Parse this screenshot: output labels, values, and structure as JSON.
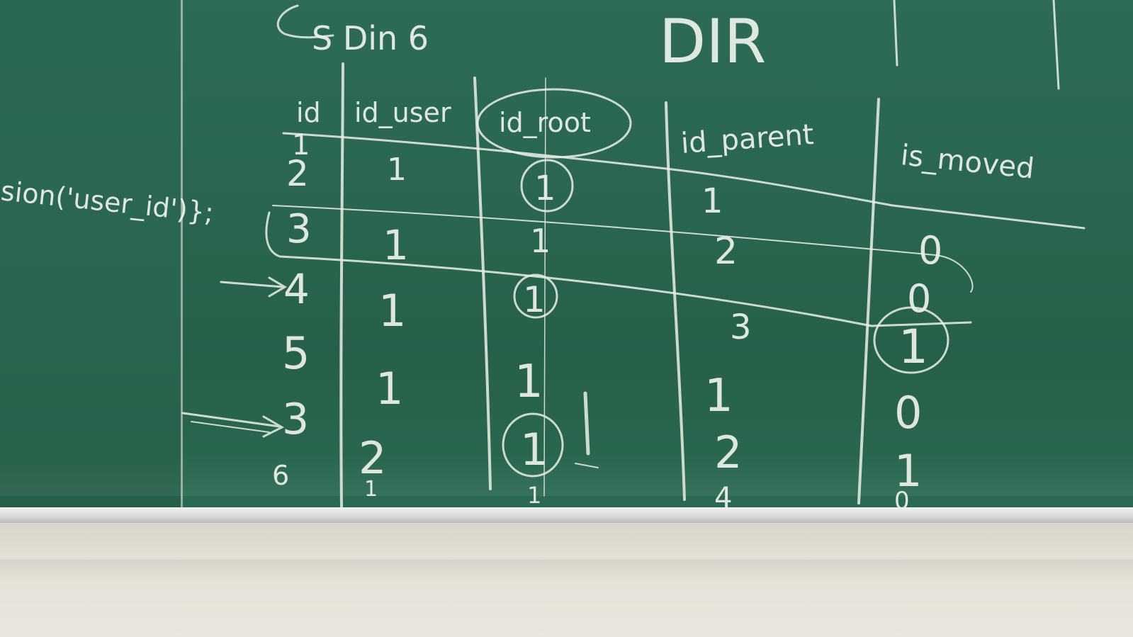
{
  "scene": "chalkboard",
  "top_note": {
    "ghost": "S Din 6",
    "title": "DIR"
  },
  "left_note": "sion('user_id')};",
  "table": {
    "headers": [
      "id",
      "id_user",
      "id_root",
      "id_parent",
      "is_moved"
    ],
    "id_col": [
      "1",
      "2",
      "3",
      "4",
      "5",
      "3",
      "6"
    ],
    "id_user_col": [
      "1",
      "1",
      "1",
      "1",
      "2",
      "1"
    ],
    "id_root_col": [
      "1",
      "1",
      "1",
      "1",
      "1",
      "1"
    ],
    "id_parent_col": [
      "1",
      "2",
      "3",
      "1",
      "2",
      "4"
    ],
    "is_moved_col": [
      "0",
      "0",
      "1",
      "0",
      "1",
      "0"
    ]
  },
  "colors": {
    "board": "#2a6650",
    "chalk": "#eef2ec",
    "tray": "#e0e2df",
    "wall": "#e6e3da"
  }
}
